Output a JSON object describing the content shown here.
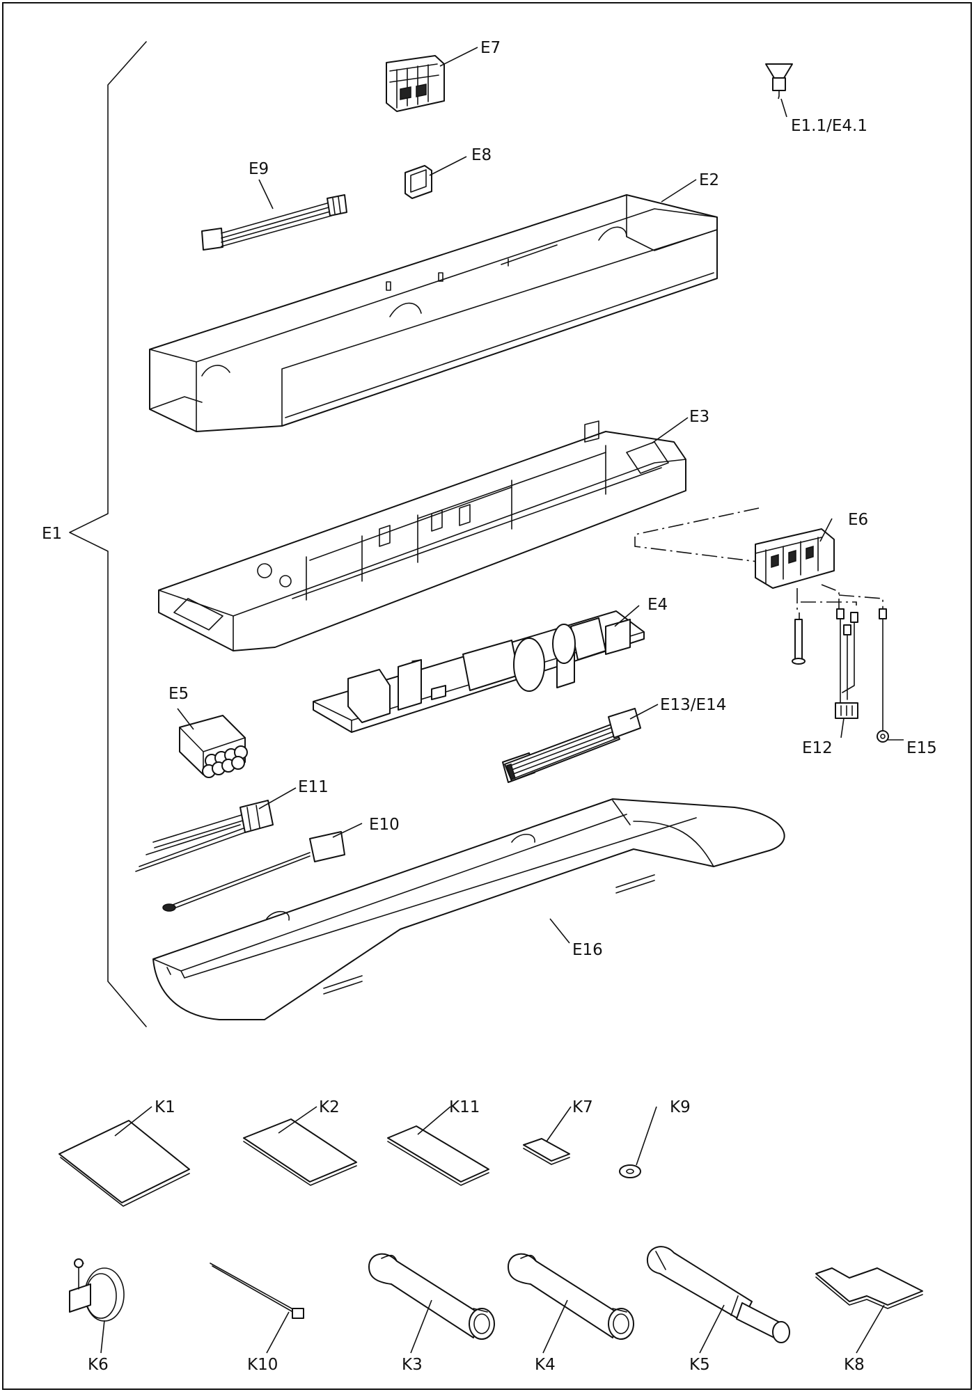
{
  "labels": {
    "E1": "E1",
    "E1_1_E4_1": "E1.1/E4.1",
    "E2": "E2",
    "E3": "E3",
    "E4": "E4",
    "E5": "E5",
    "E6": "E6",
    "E7": "E7",
    "E8": "E8",
    "E9": "E9",
    "E10": "E10",
    "E11": "E11",
    "E12": "E12",
    "E13_E14": "E13/E14",
    "E15": "E15",
    "E16": "E16",
    "K1": "K1",
    "K2": "K2",
    "K3": "K3",
    "K4": "K4",
    "K5": "K5",
    "K6": "K6",
    "K7": "K7",
    "K8": "K8",
    "K9": "K9",
    "K10": "K10",
    "K11": "K11"
  }
}
